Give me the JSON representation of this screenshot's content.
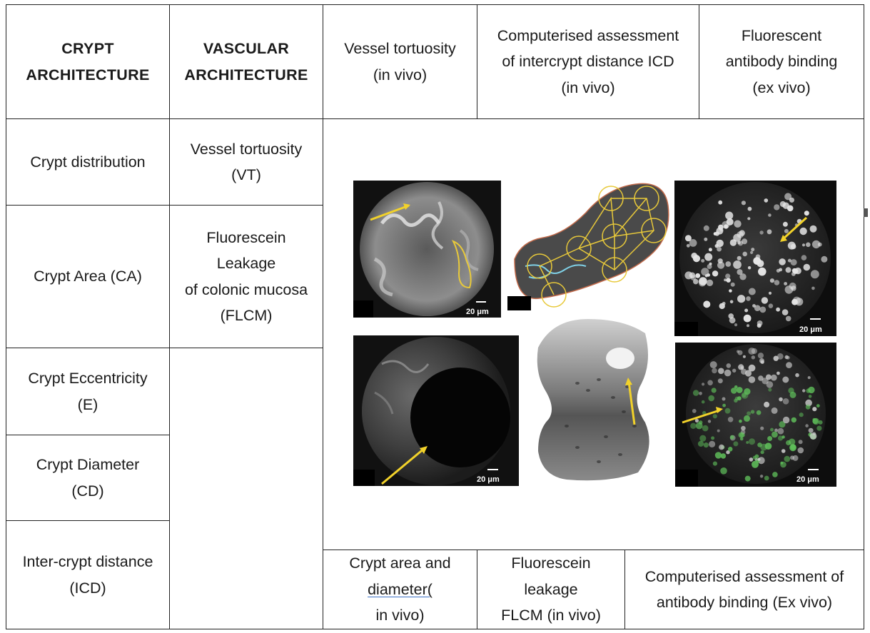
{
  "header": {
    "crypt_architecture": [
      "CRYPT",
      "ARCHITECTURE"
    ],
    "vascular_architecture": [
      "VASCULAR",
      "ARCHITECTURE"
    ],
    "vessel_tortuosity": [
      "Vessel tortuosity",
      "(in vivo)"
    ],
    "icd_assessment": [
      "Computerised assessment",
      "of intercrypt distance ICD",
      "(in vivo)"
    ],
    "fluorescent_binding": [
      "Fluorescent",
      "antibody binding",
      "(ex vivo)"
    ]
  },
  "crypt_column": {
    "distribution": [
      "Crypt distribution"
    ],
    "area": [
      "Crypt Area (CA)"
    ],
    "eccentricity": [
      "Crypt Eccentricity",
      "(E)"
    ],
    "diameter": [
      "Crypt Diameter",
      "(CD)"
    ],
    "icd": [
      "Inter-crypt distance",
      "(ICD)"
    ]
  },
  "vascular_column": {
    "vt": [
      "Vessel tortuosity",
      "(VT)"
    ],
    "flcm": [
      "Fluorescein",
      "Leakage",
      "of colonic mucosa",
      "(FLCM)"
    ]
  },
  "footer": {
    "crypt_area_line1": "Crypt area and",
    "crypt_area_underlined": "diameter(",
    "crypt_area_rest": "in vivo)",
    "fluorescein": [
      "Fluorescein",
      "leakage",
      "FLCM (in vivo)"
    ],
    "antibody": [
      "Computerised assessment of",
      "antibody binding (Ex vivo)"
    ]
  },
  "figure": {
    "scale_label": "20 μm",
    "arrow_color": "#f2d22a",
    "overlay_color": "#e8c93a",
    "cyan_trace": "#7fd0e6",
    "green_overlay": "#5fbf5a"
  }
}
